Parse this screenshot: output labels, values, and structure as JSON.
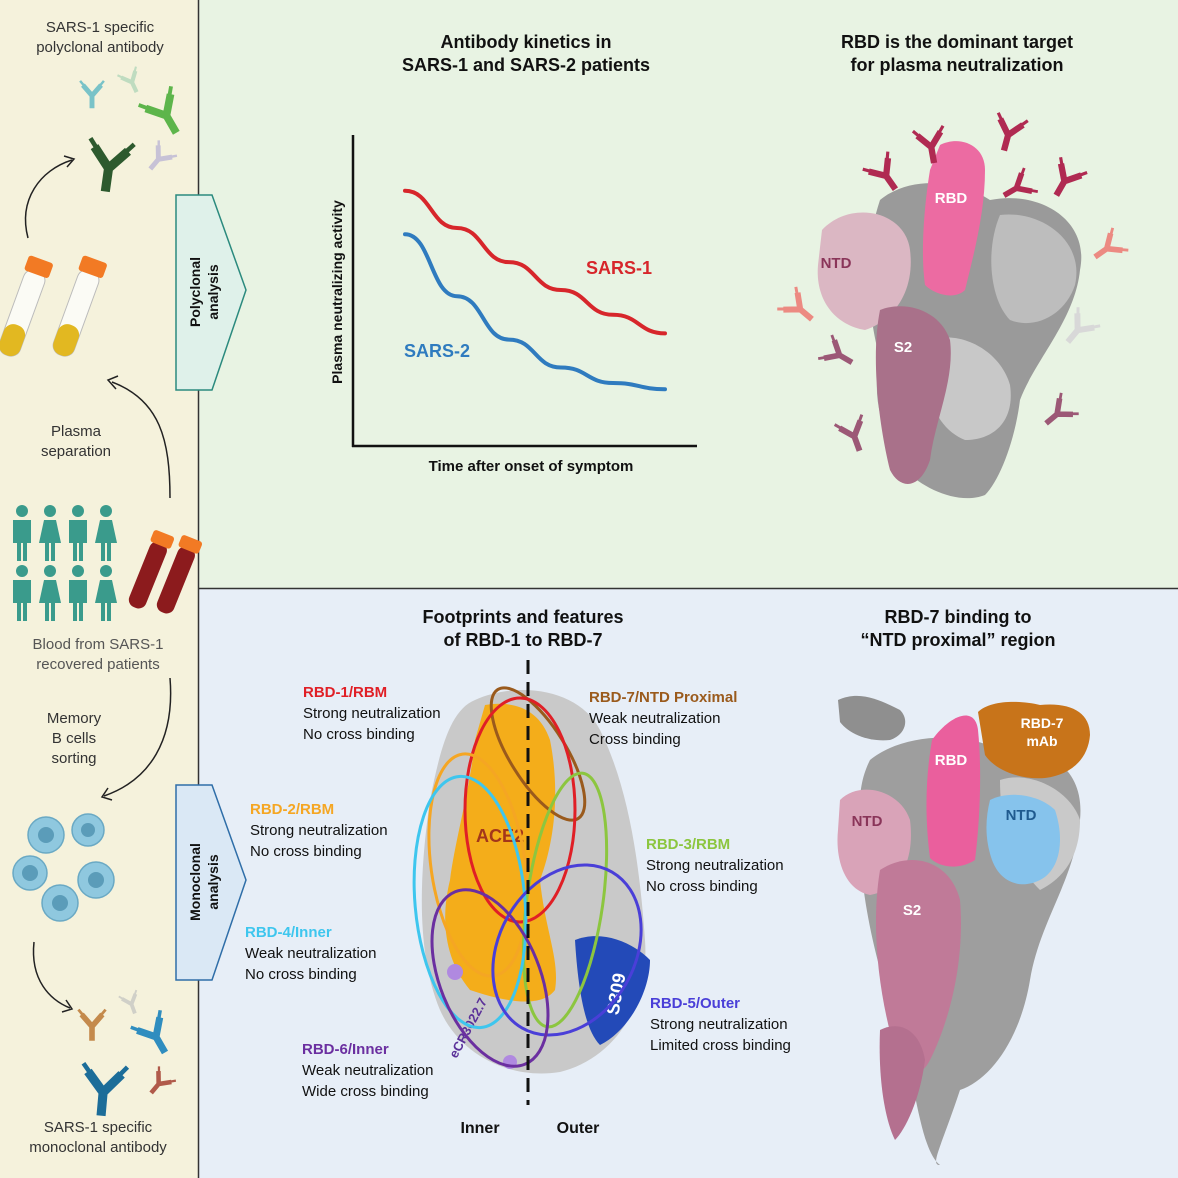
{
  "colors": {
    "sidebar_bg": "#f5f2dc",
    "top_panel_bg": "#e8f3e3",
    "bottom_panel_bg": "#e7eef7",
    "sars1": "#d7262b",
    "sars2": "#2f7bbf",
    "rbd1": "#e01f26",
    "rbd2": "#f5a623",
    "rbd3": "#8cc63f",
    "rbd4": "#3ec6ee",
    "rbd5": "#4a3fd8",
    "rbd6": "#6b2fa0",
    "rbd7": "#9a5a1c",
    "rbd_pink": "#ee5a9a",
    "ntd_pink": "#d9a3b8",
    "s2_mauve": "#b4708f",
    "ntd_blue": "#7fbde8",
    "mab_orange": "#c8741a"
  },
  "sidebar": {
    "top_label_1": "SARS-1 specific",
    "top_label_2": "polyclonal antibody",
    "plasma_1": "Plasma",
    "plasma_2": "separation",
    "blood_1": "Blood from SARS-1",
    "blood_2": "recovered  patients",
    "memory_1": "Memory",
    "memory_2": "B cells",
    "memory_3": "sorting",
    "bottom_label_1": "SARS-1 specific",
    "bottom_label_2": "monoclonal antibody",
    "polyclonal_tab_1": "Polyclonal",
    "polyclonal_tab_2": "analysis",
    "monoclonal_tab_1": "Monoclonal",
    "monoclonal_tab_2": "analysis"
  },
  "kinetics": {
    "title_1": "Antibody kinetics in",
    "title_2": "SARS-1 and SARS-2 patients",
    "ylabel": "Plasma neutralizing activity",
    "xlabel": "Time after onset of symptom",
    "sars1_label": "SARS-1",
    "sars2_label": "SARS-2"
  },
  "rbd_target": {
    "title_1": "RBD is the dominant target",
    "title_2": "for plasma neutralization",
    "rbd": "RBD",
    "ntd": "NTD",
    "s2": "S2"
  },
  "footprints": {
    "title_1": "Footprints and features",
    "title_2": "of RBD-1 to RBD-7",
    "ace2": "ACE2",
    "s309": "S309",
    "ecr": "eCR3022.7",
    "inner": "Inner",
    "outer": "Outer",
    "rbd1": {
      "name": "RBD-1/RBM",
      "l1": "Strong neutralization",
      "l2": "No cross binding"
    },
    "rbd2": {
      "name": "RBD-2/RBM",
      "l1": "Strong neutralization",
      "l2": "No cross binding"
    },
    "rbd3": {
      "name": "RBD-3/RBM",
      "l1": "Strong neutralization",
      "l2": "No cross binding"
    },
    "rbd4": {
      "name": "RBD-4/Inner",
      "l1": "Weak neutralization",
      "l2": "No cross binding"
    },
    "rbd5": {
      "name": "RBD-5/Outer",
      "l1": "Strong neutralization",
      "l2": "Limited cross binding"
    },
    "rbd6": {
      "name": "RBD-6/Inner",
      "l1": "Weak neutralization",
      "l2": "Wide cross binding"
    },
    "rbd7": {
      "name": "RBD-7/NTD Proximal",
      "l1": "Weak neutralization",
      "l2": "Cross binding"
    }
  },
  "rbd7_binding": {
    "title_1": "RBD-7 binding to",
    "title_2": "“NTD proximal” region",
    "rbd": "RBD",
    "ntd_left": "NTD",
    "ntd_right": "NTD",
    "s2": "S2",
    "mab_1": "RBD-7",
    "mab_2": "mAb"
  },
  "chart_data": {
    "type": "line",
    "title": "Antibody kinetics in SARS-1 and SARS-2 patients",
    "xlabel": "Time after onset of symptom",
    "ylabel": "Plasma neutralizing activity",
    "x": [
      0,
      0.2,
      0.4,
      0.6,
      0.8,
      1.0
    ],
    "series": [
      {
        "name": "SARS-1",
        "values": [
          0.82,
          0.7,
          0.59,
          0.5,
          0.42,
          0.36
        ]
      },
      {
        "name": "SARS-2",
        "values": [
          0.68,
          0.48,
          0.34,
          0.25,
          0.2,
          0.18
        ]
      }
    ],
    "xlim": [
      0,
      1
    ],
    "ylim": [
      0,
      1
    ],
    "grid": false,
    "legend": "inline"
  }
}
